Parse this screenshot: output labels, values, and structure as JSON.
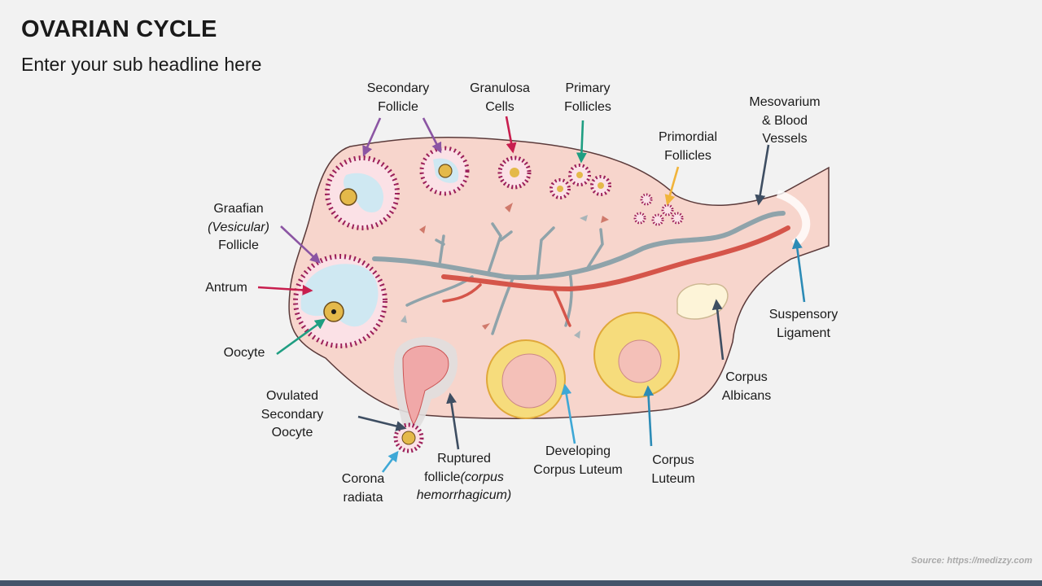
{
  "title": "OVARIAN CYCLE",
  "subtitle": "Enter your sub headline here",
  "labels": {
    "secondary_follicle": [
      "Secondary",
      "Follicle"
    ],
    "granulosa_cells": [
      "Granulosa",
      "Cells"
    ],
    "primary_follicles": [
      "Primary",
      "Follicles"
    ],
    "primordial_follicles": [
      "Primordial",
      "Follicles"
    ],
    "mesovarium": [
      "Mesovarium",
      "& Blood",
      "Vessels"
    ],
    "graafian": [
      "Graafian",
      "(Vesicular)",
      "Follicle"
    ],
    "antrum": "Antrum",
    "oocyte": "Oocyte",
    "ovulated": [
      "Ovulated",
      "Secondary",
      "Oocyte"
    ],
    "corona": [
      "Corona",
      "radiata"
    ],
    "ruptured": [
      "Ruptured",
      "follicle",
      "(corpus",
      "hemorrhagicum)"
    ],
    "developing_cl": [
      "Developing",
      "Corpus Luteum"
    ],
    "corpus_luteum": [
      "Corpus",
      "Luteum"
    ],
    "corpus_albicans": [
      "Corpus",
      "Albicans"
    ],
    "suspensory": [
      "Suspensory",
      "Ligament"
    ]
  },
  "source": "Source: https://medizzy.com",
  "colors": {
    "ovary_fill": "#f7d5cc",
    "ovary_stroke": "#5b3a3a",
    "follicle_dots": "#9b1f5a",
    "antrum_fill": "#cfe8f2",
    "oocyte_fill": "#e4b94a",
    "corpus_luteum": "#f6dc7c",
    "vessel_grey": "#8fa3aa",
    "vessel_red": "#d5554a",
    "arrow_purple": "#8b55a3",
    "arrow_crimson": "#c81e4e",
    "arrow_teal": "#1f9e82",
    "arrow_orange": "#f1b43b",
    "arrow_slate": "#3e4e62",
    "arrow_blue": "#2c8bb6",
    "arrow_cyan": "#3ea8d6",
    "bottom_bar": "#44546a"
  }
}
